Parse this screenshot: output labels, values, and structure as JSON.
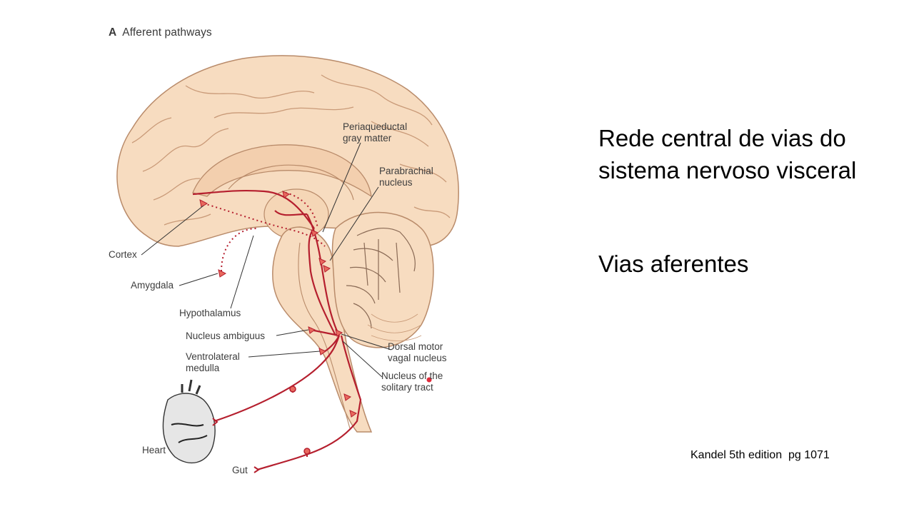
{
  "figure": {
    "panel_letter": "A",
    "panel_title": "Afferent pathways",
    "labels": {
      "periaqueductal": "Periaqueductal\ngray matter",
      "parabrachial": "Parabrachial\nnucleus",
      "cortex": "Cortex",
      "amygdala": "Amygdala",
      "hypothalamus": "Hypothalamus",
      "nucleus_ambiguus": "Nucleus ambiguus",
      "ventrolateral": "Ventrolateral\nmedulla",
      "dorsal_motor": "Dorsal motor\nvagal nucleus",
      "solitary_tract": "Nucleus of the\nsolitary tract",
      "heart": "Heart",
      "gut": "Gut"
    },
    "colors": {
      "brain": "#f7dcc0",
      "brain_outline": "#b98b6a",
      "pathway": "#b51f2e",
      "pathway_marker": "#e8695e"
    }
  },
  "slide": {
    "heading": "Rede central de vias do sistema nervoso visceral",
    "subheading": "Vias aferentes",
    "citation": "Kandel 5th edition  pg 1071"
  }
}
